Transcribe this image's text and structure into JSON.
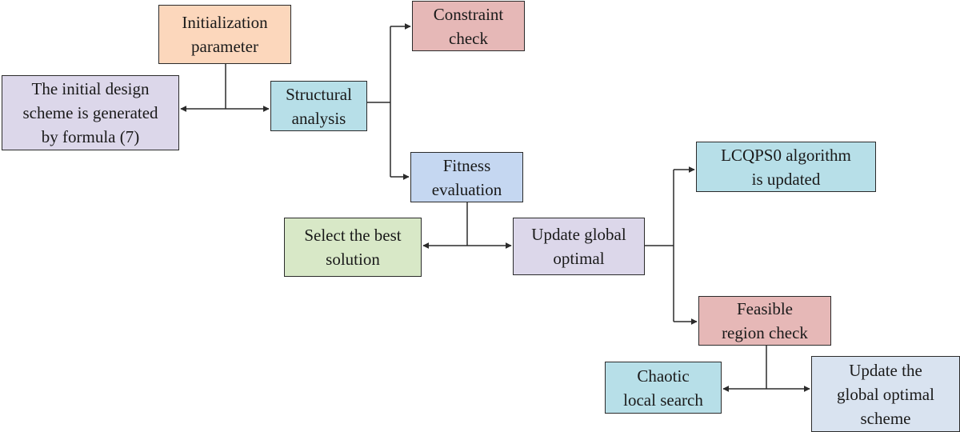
{
  "colors": {
    "orange": "#fcd7bc",
    "lavender": "#dcd7ea",
    "cyan": "#b7dfe8",
    "rose": "#e6b8b7",
    "blue": "#c5d7f1",
    "green": "#d8e8c7",
    "pale_blue": "#d9e3f0",
    "line": "#2b2b2b"
  },
  "nodes": {
    "init_param": "Initialization\nparameter",
    "initial_design": "The initial design\nscheme is generated\nby formula (7)",
    "structural": "Structural\nanalysis",
    "constraint": "Constraint\ncheck",
    "fitness": "Fitness\nevaluation",
    "select_best": "Select the best\nsolution",
    "update_global": "Update global\noptimal",
    "lcqpso": "LCQPS0 algorithm\nis updated",
    "feasible": "Feasible\nregion check",
    "chaotic": "Chaotic\nlocal search",
    "update_scheme": "Update the\nglobal optimal\nscheme"
  }
}
